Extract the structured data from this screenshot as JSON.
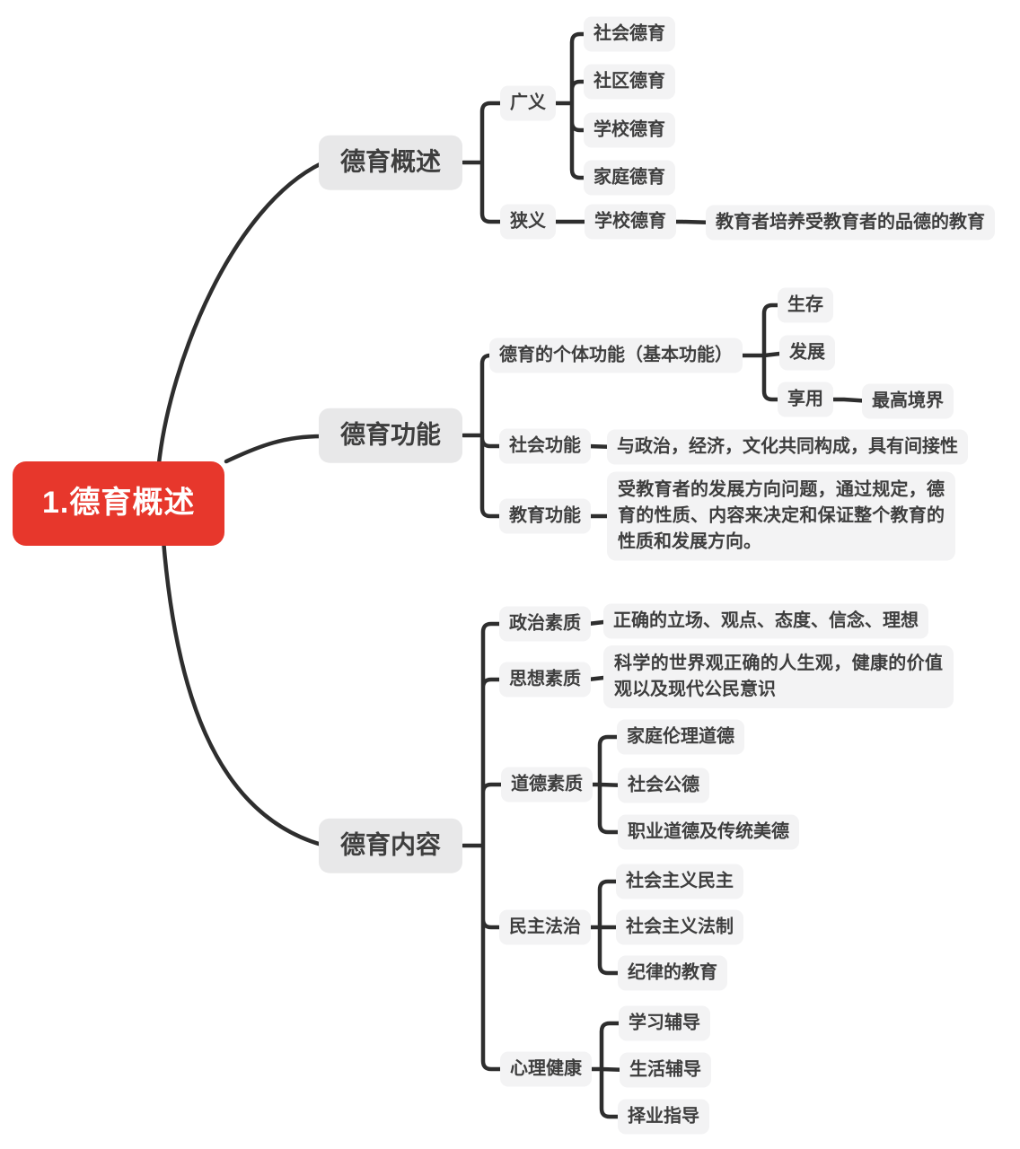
{
  "root": {
    "label": "1.德育概述"
  },
  "branches": [
    {
      "label": "德育概述",
      "children": [
        {
          "label": "广义",
          "children": [
            {
              "label": "社会德育"
            },
            {
              "label": "社区德育"
            },
            {
              "label": "学校德育"
            },
            {
              "label": "家庭德育"
            }
          ]
        },
        {
          "label": "狭义",
          "children": [
            {
              "label": "学校德育",
              "children": [
                {
                  "label": "教育者培养受教育者的品德的教育"
                }
              ]
            }
          ]
        }
      ]
    },
    {
      "label": "德育功能",
      "children": [
        {
          "label": "德育的个体功能（基本功能）",
          "children": [
            {
              "label": "生存"
            },
            {
              "label": "发展"
            },
            {
              "label": "享用",
              "children": [
                {
                  "label": "最高境界"
                }
              ]
            }
          ]
        },
        {
          "label": "社会功能",
          "children": [
            {
              "label": "与政治，经济，文化共同构成，具有间接性"
            }
          ]
        },
        {
          "label": "教育功能",
          "children": [
            {
              "label": "受教育者的发展方向问题，通过规定，德育的性质、内容来决定和保证整个教育的性质和发展方向。"
            }
          ]
        }
      ]
    },
    {
      "label": "德育内容",
      "children": [
        {
          "label": "政治素质",
          "children": [
            {
              "label": "正确的立场、观点、态度、信念、理想"
            }
          ]
        },
        {
          "label": "思想素质",
          "children": [
            {
              "label": "科学的世界观正确的人生观，健康的价值观以及现代公民意识"
            }
          ]
        },
        {
          "label": "道德素质",
          "children": [
            {
              "label": "家庭伦理道德"
            },
            {
              "label": "社会公德"
            },
            {
              "label": "职业道德及传统美德"
            }
          ]
        },
        {
          "label": "民主法治",
          "children": [
            {
              "label": "社会主义民主"
            },
            {
              "label": "社会主义法制"
            },
            {
              "label": "纪律的教育"
            }
          ]
        },
        {
          "label": "心理健康",
          "children": [
            {
              "label": "学习辅导"
            },
            {
              "label": "生活辅导"
            },
            {
              "label": "择业指导"
            }
          ]
        }
      ]
    }
  ],
  "colors": {
    "root_bg": "#e7372c",
    "root_text": "#ffffff",
    "branch_bg": "#e8e8e9",
    "leaf_bg": "#f3f3f4",
    "text": "#3e3e3e",
    "line": "#2e2e2e",
    "bg": "#ffffff"
  }
}
